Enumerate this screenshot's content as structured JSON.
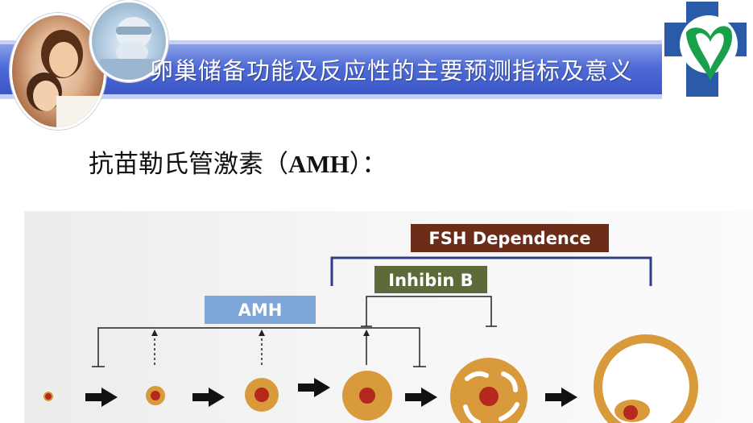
{
  "slide": {
    "title": "卵巢储备功能及反应性的主要预测指标及意义",
    "subtitle_cn": "抗苗勒氏管激素（",
    "subtitle_abbr": "AMH",
    "subtitle_end": "）："
  },
  "diagram": {
    "labels": {
      "fsh": "FSH Dependence",
      "inhibin": "Inhibin B",
      "amh": "AMH"
    },
    "colors": {
      "fsh_box": "#6b2c1a",
      "inhibin_box": "#5d6b3a",
      "amh_box": "#7ea6d8",
      "fsh_bracket": "#2f3f87",
      "follicle": "#d99a3c",
      "follicle_core": "#b5281e",
      "arrow": "#111111"
    }
  },
  "logo": {
    "colors": {
      "blue": "#2a5aa8",
      "green": "#19a04a"
    }
  }
}
